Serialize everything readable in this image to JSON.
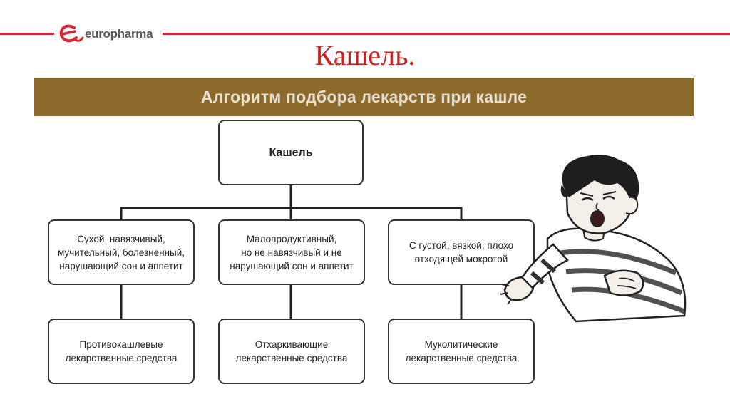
{
  "header": {
    "logo_text": "europharma",
    "title": "Кашель."
  },
  "banner": {
    "text": "Алгоритм подбора лекарств при кашле"
  },
  "flowchart": {
    "root": "Кашель",
    "columns": [
      {
        "type_lines": [
          "Сухой, навязчивый,",
          "мучительный, болезненный,",
          "нарушающий сон и аппетит"
        ],
        "remedy_lines": [
          "Противокашлевые",
          "лекарственные средства"
        ]
      },
      {
        "type_lines": [
          "Малопродуктивный,",
          "но не навязчивый и не",
          "нарушающий сон и аппетит"
        ],
        "remedy_lines": [
          "Отхаркивающие",
          "лекарственные средства"
        ]
      },
      {
        "type_lines": [
          "С густой, вязкой, плохо",
          "отходящей мокротой"
        ],
        "remedy_lines": [
          "Муколитические",
          "лекарственные средства"
        ]
      }
    ]
  },
  "colors": {
    "accent_red": "#d7262f",
    "title_red": "#cc1f1f",
    "banner_brown": "#8b6a2c",
    "banner_text": "#e8e0d0"
  }
}
